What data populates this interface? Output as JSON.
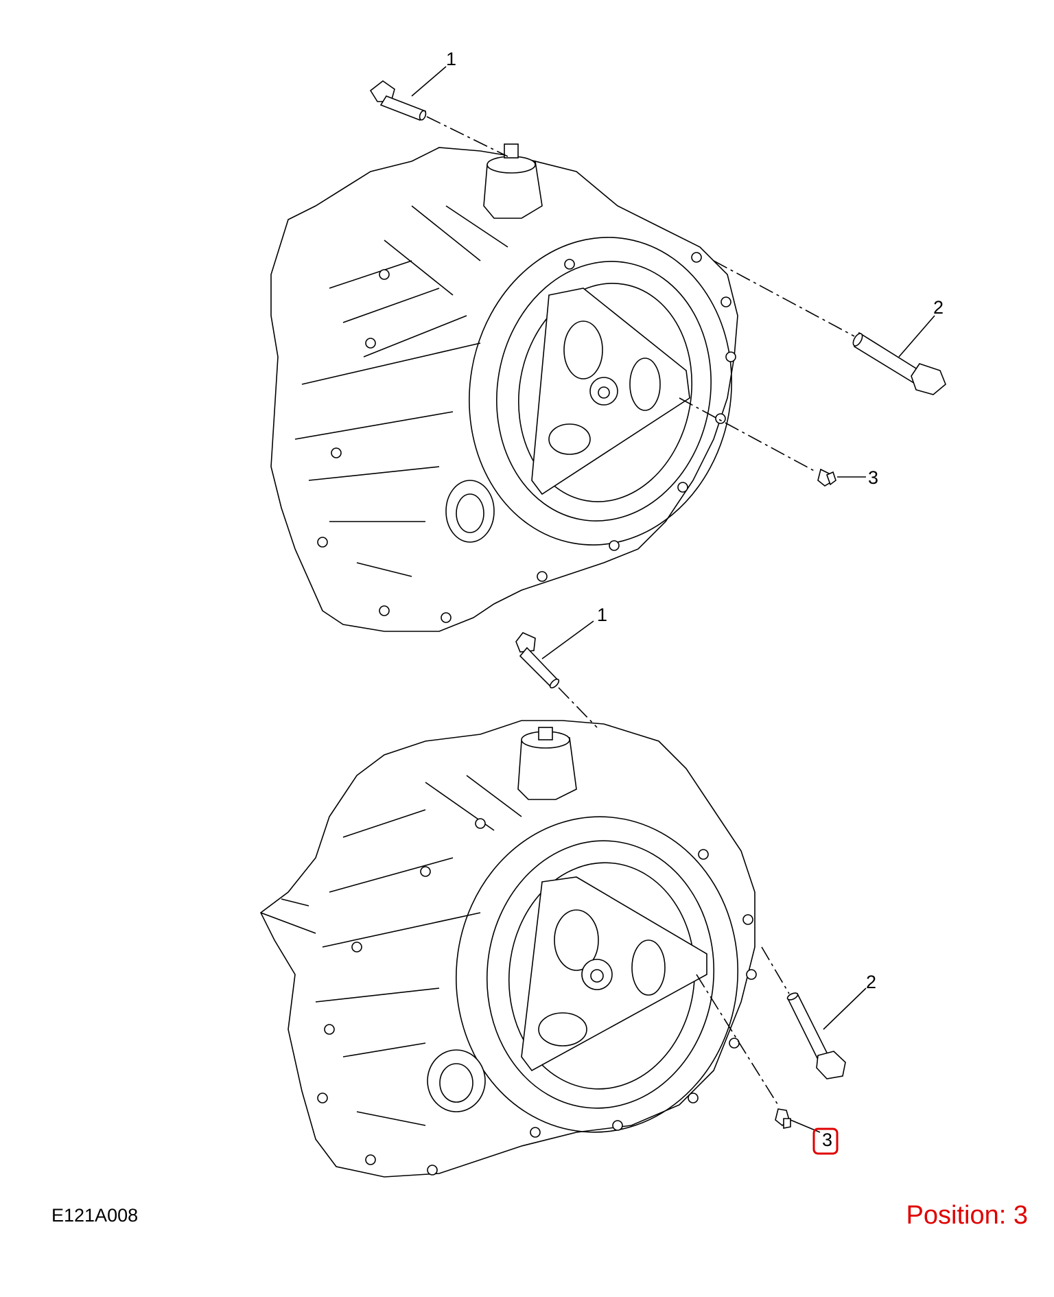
{
  "callouts": {
    "top_1": "1",
    "top_2": "2",
    "top_3": "3",
    "bottom_1": "1",
    "bottom_2": "2",
    "bottom_3": "3"
  },
  "drawing_id": "E121A008",
  "position_label": "Position: 3",
  "colors": {
    "highlight": "#e00000",
    "linework": "#000000",
    "background": "#ffffff"
  }
}
